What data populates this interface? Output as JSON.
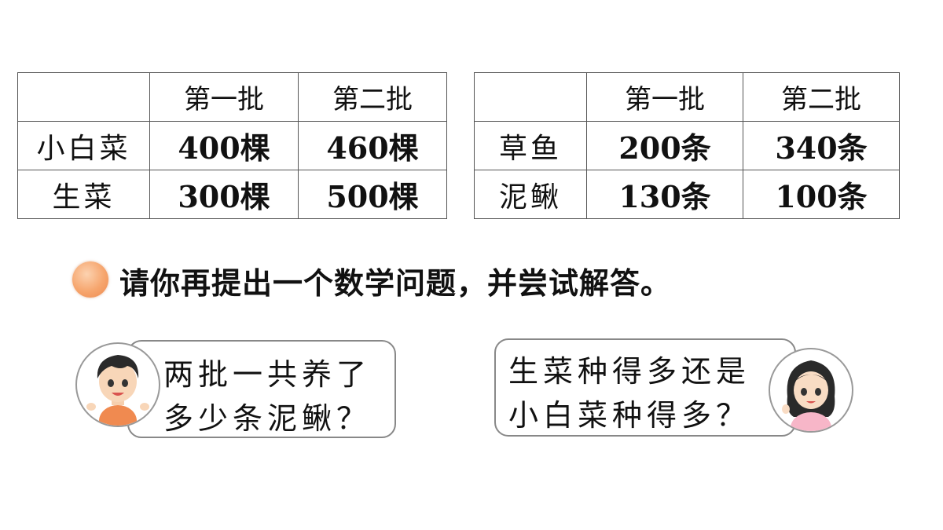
{
  "table_left": {
    "headers": [
      "",
      "第一批",
      "第二批"
    ],
    "rows": [
      {
        "label": "小白菜",
        "batch1": "400棵",
        "batch2": "460棵"
      },
      {
        "label": "生菜",
        "batch1": "300棵",
        "batch2": "500棵"
      }
    ]
  },
  "table_right": {
    "headers": [
      "",
      "第一批",
      "第二批"
    ],
    "rows": [
      {
        "label": "草鱼",
        "batch1": "200条",
        "batch2": "340条"
      },
      {
        "label": "泥鳅",
        "batch1": "130条",
        "batch2": "100条"
      }
    ]
  },
  "prompt": {
    "text": "请你再提出一个数学问题，并尝试解答。",
    "bullet_color": "#f6a56d"
  },
  "bubbles": {
    "left": {
      "line1": "两批一共养了",
      "line2": "多少条泥鳅？",
      "avatar": "boy-icon"
    },
    "right": {
      "line1": "生菜种得多还是",
      "line2": "小白菜种得多？",
      "avatar": "girl-icon"
    }
  }
}
